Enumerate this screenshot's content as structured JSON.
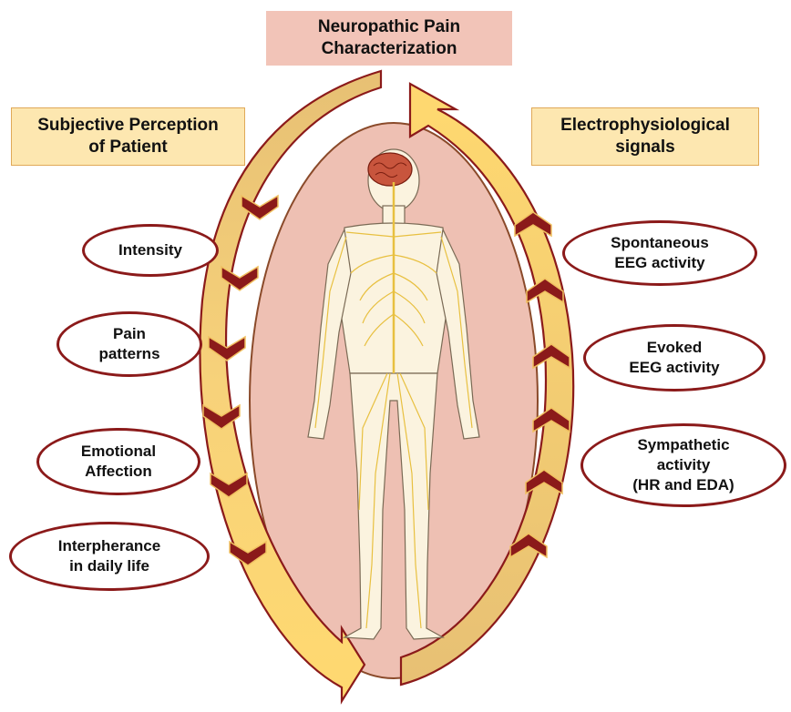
{
  "title": "Neuropathic Pain\nCharacterization",
  "left_header": "Subjective Perception\nof Patient",
  "right_header": "Electrophysiological\nsignals",
  "left_items": [
    "Intensity",
    "Pain\npatterns",
    "Emotional\nAffection",
    "Interpherance\nin daily life"
  ],
  "right_items": [
    "Spontaneous\nEEG activity",
    "Evoked\nEEG activity",
    "Sympathetic\nactivity\n(HR and EDA)"
  ],
  "colors": {
    "title_fill": "#f2c4b8",
    "header_fill": "#fde7b0",
    "oval_border": "#8b1a1a",
    "chevron": "#8b1a1a",
    "arrow_band": "#f3c865",
    "body_ellipse": "#eec0b3"
  },
  "icons": [
    "human-nervous-system-figure",
    "brain-icon",
    "chevron-down-icon",
    "chevron-up-icon",
    "circular-arrow"
  ]
}
